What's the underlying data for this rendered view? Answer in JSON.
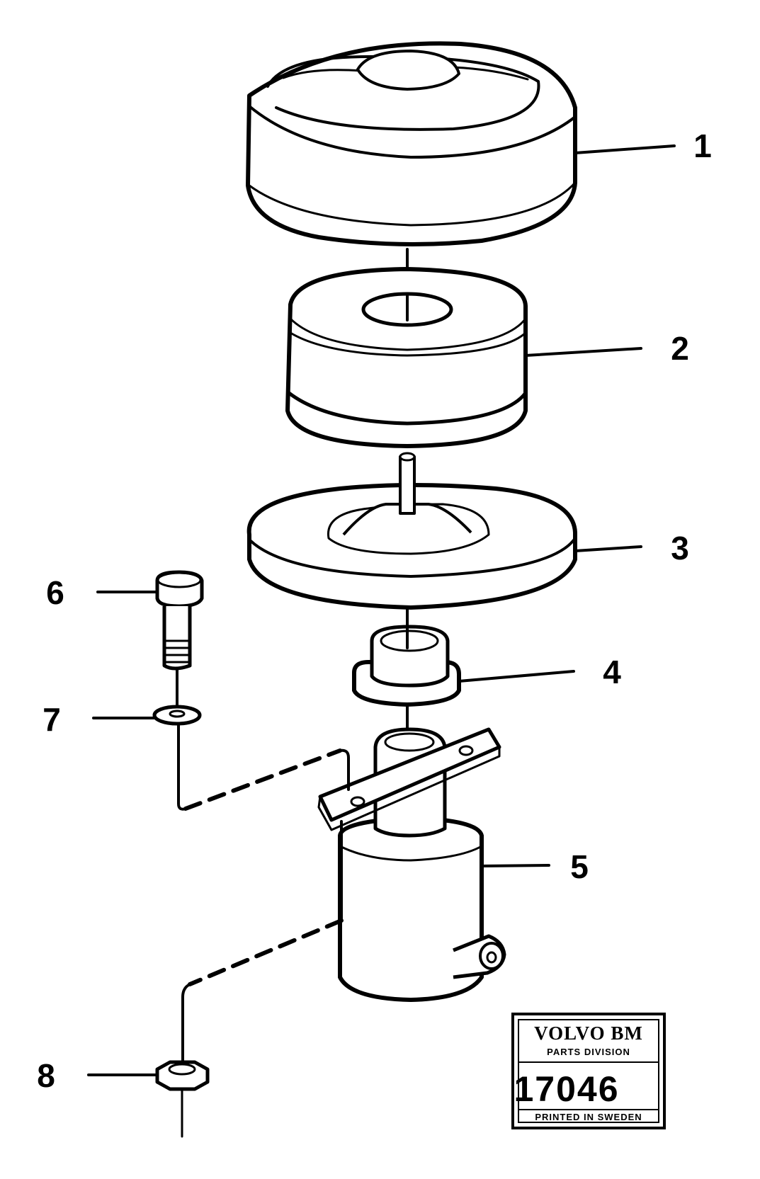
{
  "callouts": [
    {
      "id": "1",
      "label": "1"
    },
    {
      "id": "2",
      "label": "2"
    },
    {
      "id": "3",
      "label": "3"
    },
    {
      "id": "4",
      "label": "4"
    },
    {
      "id": "5",
      "label": "5"
    },
    {
      "id": "6",
      "label": "6"
    },
    {
      "id": "7",
      "label": "7"
    },
    {
      "id": "8",
      "label": "8"
    }
  ],
  "stamp": {
    "brand": "VOLVO BM",
    "division": "PARTS DIVISION",
    "number": "17046",
    "printed": "PRINTED IN SWEDEN"
  }
}
